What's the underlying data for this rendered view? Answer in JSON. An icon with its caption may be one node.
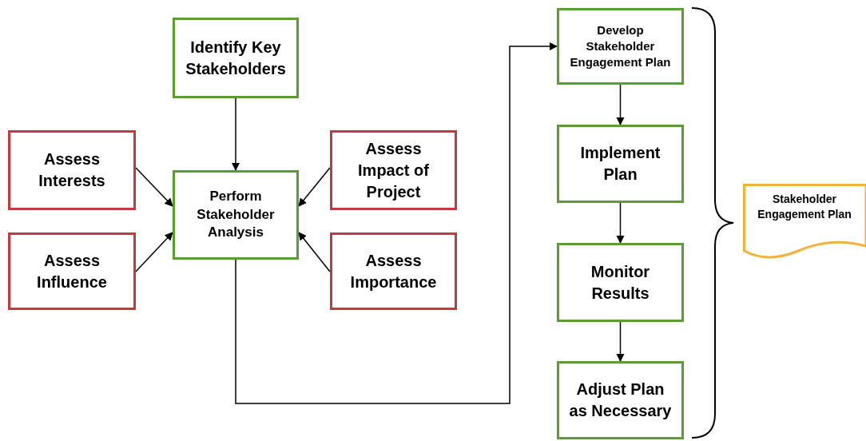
{
  "diagram": {
    "nodes": [
      {
        "text": [
          "Identify Key Stakeholders"
        ]
      },
      {
        "text": [
          "Assess Interests"
        ]
      },
      {
        "text": [
          "Perform Stakeholder Analysis"
        ]
      },
      {
        "text": [
          "Assess Impact of Project"
        ]
      },
      {
        "text": [
          "Assess Influence"
        ]
      },
      {
        "text": [
          "Assess Importance"
        ]
      },
      {
        "text": [
          "Develop Stakeholder Engagement Plan"
        ]
      },
      {
        "text": [
          "Implement Plan"
        ]
      },
      {
        "text": [
          "Monitor Results"
        ]
      },
      {
        "text": [
          "Adjust Plan as Necessary"
        ]
      },
      {
        "text": [
          "Stakeholder Engagement Plan"
        ]
      }
    ],
    "edges": [
      {
        "from": 0,
        "to": 2,
        "arrow": "to"
      },
      {
        "from": 1,
        "to": 2,
        "arrow": "to"
      },
      {
        "from": 3,
        "to": 2,
        "arrow": "to"
      },
      {
        "from": 4,
        "to": 2,
        "arrow": "to"
      },
      {
        "from": 5,
        "to": 2,
        "arrow": "to"
      },
      {
        "from": 2,
        "to": 6,
        "arrow": "to"
      },
      {
        "from": 6,
        "to": 7,
        "arrow": "to"
      },
      {
        "from": 7,
        "to": 8,
        "arrow": "to"
      },
      {
        "from": 8,
        "to": 9,
        "arrow": "to"
      }
    ]
  }
}
